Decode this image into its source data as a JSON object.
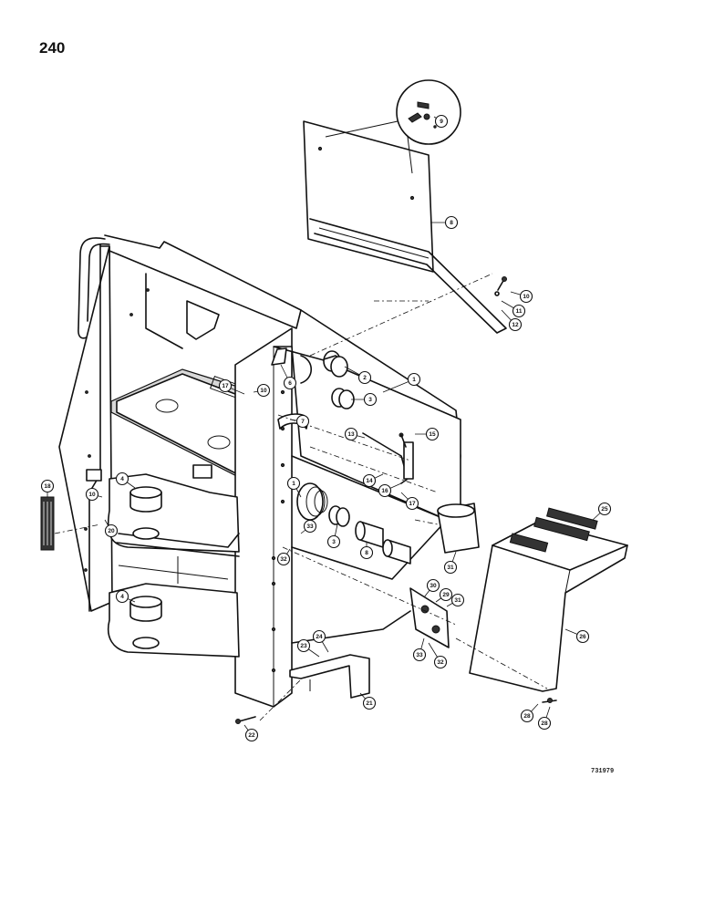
{
  "page_number": "240",
  "reference_number": "731979",
  "callouts": [
    {
      "id": "c1a",
      "label": "1"
    },
    {
      "id": "c1b",
      "label": "1"
    },
    {
      "id": "c2",
      "label": "2"
    },
    {
      "id": "c3a",
      "label": "3"
    },
    {
      "id": "c3b",
      "label": "3"
    },
    {
      "id": "c4a",
      "label": "4"
    },
    {
      "id": "c4b",
      "label": "4"
    },
    {
      "id": "c6",
      "label": "6"
    },
    {
      "id": "c7",
      "label": "7"
    },
    {
      "id": "c8a",
      "label": "8"
    },
    {
      "id": "c8b",
      "label": "8"
    },
    {
      "id": "c9",
      "label": "9"
    },
    {
      "id": "c10a",
      "label": "10"
    },
    {
      "id": "c10b",
      "label": "10"
    },
    {
      "id": "c10c",
      "label": "10"
    },
    {
      "id": "c11",
      "label": "11"
    },
    {
      "id": "c12",
      "label": "12"
    },
    {
      "id": "c13",
      "label": "13"
    },
    {
      "id": "c14",
      "label": "14"
    },
    {
      "id": "c15",
      "label": "15"
    },
    {
      "id": "c16",
      "label": "16"
    },
    {
      "id": "c17a",
      "label": "17"
    },
    {
      "id": "c17b",
      "label": "17"
    },
    {
      "id": "c18",
      "label": "18"
    },
    {
      "id": "c20",
      "label": "20"
    },
    {
      "id": "c21",
      "label": "21"
    },
    {
      "id": "c22",
      "label": "22"
    },
    {
      "id": "c23",
      "label": "23"
    },
    {
      "id": "c24",
      "label": "24"
    },
    {
      "id": "c25",
      "label": "25"
    },
    {
      "id": "c26",
      "label": "26"
    },
    {
      "id": "c28a",
      "label": "28"
    },
    {
      "id": "c28b",
      "label": "28"
    },
    {
      "id": "c29",
      "label": "29"
    },
    {
      "id": "c30",
      "label": "30"
    },
    {
      "id": "c31a",
      "label": "31"
    },
    {
      "id": "c31b",
      "label": "31"
    },
    {
      "id": "c32a",
      "label": "32"
    },
    {
      "id": "c32b",
      "label": "32"
    },
    {
      "id": "c33a",
      "label": "33"
    },
    {
      "id": "c33b",
      "label": "33"
    }
  ]
}
